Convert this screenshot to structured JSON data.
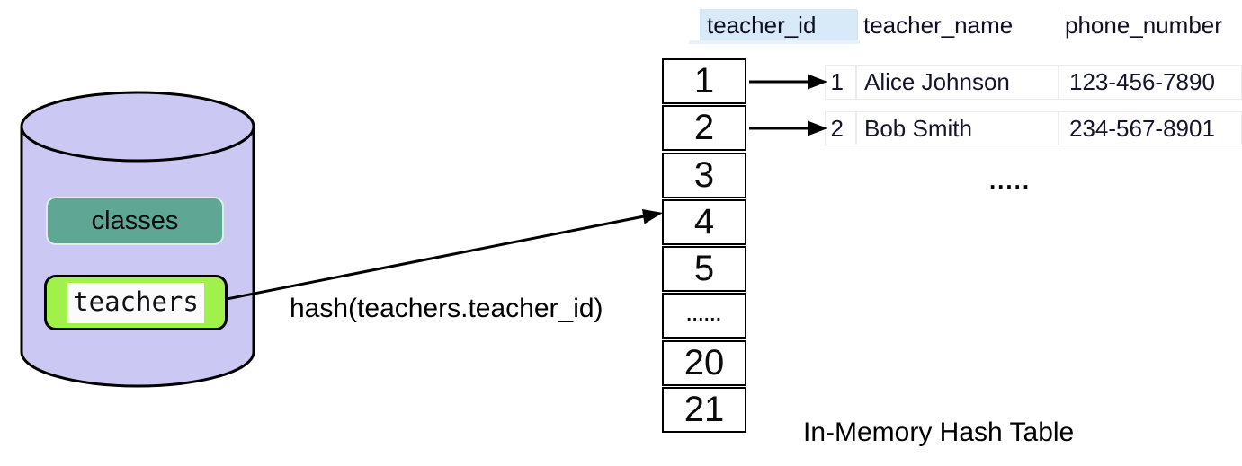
{
  "colors": {
    "cylinder_fill": "#cbc9f3",
    "classes_fill": "#5fa794",
    "teachers_fill": "#a1f14b",
    "teachers_text_bg": "#fbfbfb",
    "header_highlight": "#d8e9f7",
    "header_underline": "#e9f1fa",
    "grid_border": "#ececec",
    "grid_divider": "#dcdcdc",
    "outline": "#000000",
    "grid_text": "#14142a"
  },
  "database": {
    "classes_label": "classes",
    "teachers_label": "teachers"
  },
  "hash_function_label": "hash(teachers.teacher_id)",
  "hash_table": {
    "caption": "In-Memory Hash Table",
    "cells": [
      "1",
      "2",
      "3",
      "4",
      "5",
      "......",
      "20",
      "21"
    ]
  },
  "result_grid": {
    "columns": [
      "teacher_id",
      "teacher_name",
      "phone_number"
    ],
    "rows": [
      {
        "teacher_id": "1",
        "teacher_name": "Alice Johnson",
        "phone_number": "123-456-7890"
      },
      {
        "teacher_id": "2",
        "teacher_name": "Bob Smith",
        "phone_number": "234-567-8901"
      }
    ],
    "more_rows_ellipsis": "....."
  }
}
